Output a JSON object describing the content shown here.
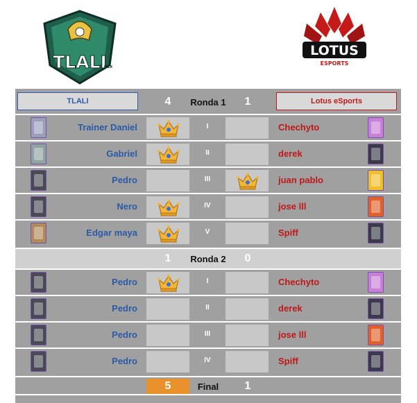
{
  "teams": {
    "left": {
      "name": "TLALI",
      "logo_text": "TLALI",
      "logo_sub": "MEX",
      "logo_icon": "eagle-logo-icon"
    },
    "right": {
      "name": "Lotus eSports",
      "logo_text": "LOTUS",
      "logo_sub": "ESPORTS",
      "logo_icon": "lotus-flower-logo-icon"
    }
  },
  "round1": {
    "label": "Ronda 1",
    "left_score": "4",
    "right_score": "1",
    "matches": [
      {
        "numeral": "I",
        "left_player": "Trainer Daniel",
        "right_player": "Chechyto",
        "winner": "left",
        "left_card": "#9aa0b8",
        "right_card": "#c77fd8"
      },
      {
        "numeral": "II",
        "left_player": "Gabriel",
        "right_player": "derek",
        "winner": "left",
        "left_card": "#8fa3a0",
        "right_card": "#3a3a4a"
      },
      {
        "numeral": "III",
        "left_player": "Pedro",
        "right_player": "juan pablo",
        "winner": "right",
        "left_card": "#4a4a55",
        "right_card": "#f0c02a"
      },
      {
        "numeral": "IV",
        "left_player": "Nero",
        "right_player": "jose lll",
        "winner": "left",
        "left_card": "#4a4a55",
        "right_card": "#e0602a"
      },
      {
        "numeral": "V",
        "left_player": "Edgar maya",
        "right_player": "Spiff",
        "winner": "left",
        "left_card": "#b08a5a",
        "right_card": "#3a3a4a"
      }
    ]
  },
  "round2": {
    "label": "Ronda 2",
    "left_score": "1",
    "right_score": "0",
    "matches": [
      {
        "numeral": "I",
        "left_player": "Pedro",
        "right_player": "Chechyto",
        "winner": "left",
        "left_card": "#4a4a55",
        "right_card": "#c77fd8"
      },
      {
        "numeral": "II",
        "left_player": "Pedro",
        "right_player": "derek",
        "winner": "none",
        "left_card": "#4a4a55",
        "right_card": "#3a3a4a"
      },
      {
        "numeral": "III",
        "left_player": "Pedro",
        "right_player": "jose lll",
        "winner": "none",
        "left_card": "#4a4a55",
        "right_card": "#e0602a"
      },
      {
        "numeral": "IV",
        "left_player": "Pedro",
        "right_player": "Spiff",
        "winner": "none",
        "left_card": "#4a4a55",
        "right_card": "#3a3a4a"
      }
    ]
  },
  "final": {
    "label": "Final",
    "left_score": "5",
    "right_score": "1"
  },
  "colors": {
    "left_team": "#2b5aa8",
    "right_team": "#c01818",
    "board_bg": "#a0a0a0",
    "final_accent": "#e8912a"
  },
  "icons": {
    "winner_icon": "crown-icon"
  }
}
